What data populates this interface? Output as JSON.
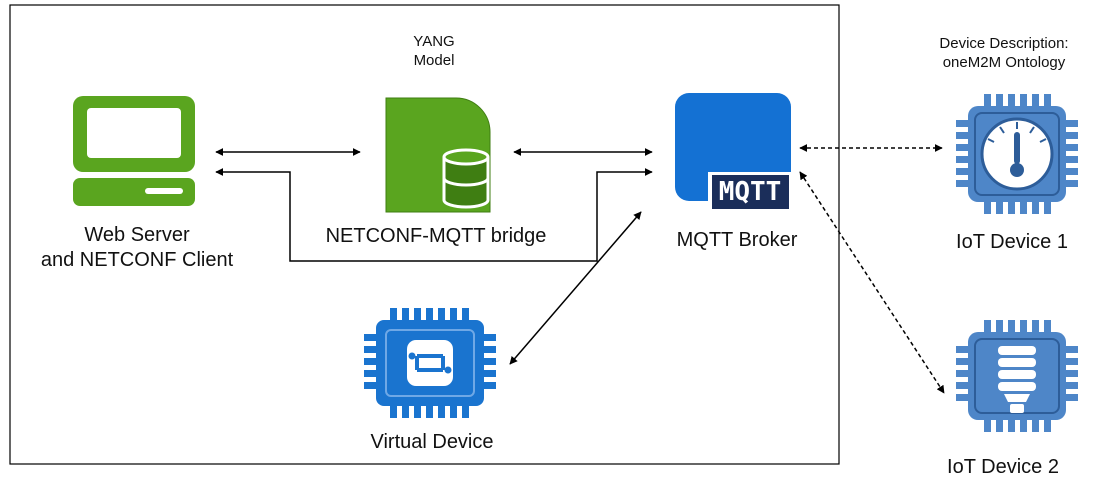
{
  "labels": {
    "web_server_line1": "Web Server",
    "web_server_line2": "and NETCONF Client",
    "yang_line1": "YANG",
    "yang_line2": "Model",
    "bridge": "NETCONF-MQTT bridge",
    "broker": "MQTT Broker",
    "mqtt_badge": "MQTT",
    "virtual_device": "Virtual Device",
    "device_desc_line1": "Device Description:",
    "device_desc_line2": "oneM2M Ontology",
    "iot_device_1": "IoT Device 1",
    "iot_device_2": "IoT Device 2"
  },
  "colors": {
    "green": "#5aa51f",
    "green_dark": "#3f7e12",
    "broker_blue": "#1471d3",
    "chip_blue": "#1a74cf",
    "iot_blue": "#4e86c8",
    "iot_dark": "#2d5d99",
    "line": "#000000"
  },
  "icons": {
    "web_server": "desktop-computer-icon",
    "bridge": "database-bridge-icon",
    "broker": "mqtt-broker-icon",
    "virtual_device": "chip-icon",
    "iot_device_1": "thermometer-gauge-chip-icon",
    "iot_device_2": "light-bulb-chip-icon"
  }
}
